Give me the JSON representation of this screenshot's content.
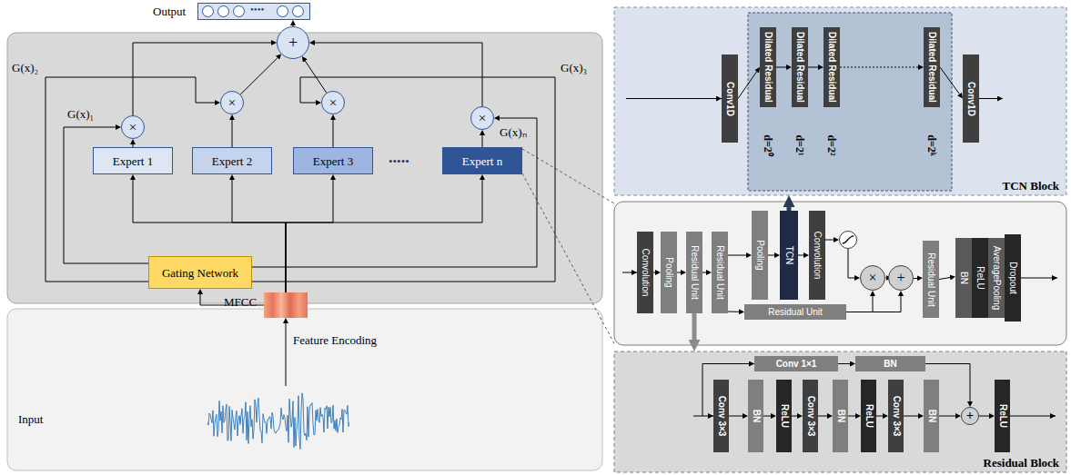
{
  "diagram": {
    "nodes": [
      {
        "text": [
          "Output"
        ]
      },
      {
        "text": [
          "+"
        ]
      },
      {
        "text": [
          "×"
        ]
      },
      {
        "text": [
          "×"
        ]
      },
      {
        "text": [
          "×"
        ]
      },
      {
        "text": [
          "×"
        ]
      },
      {
        "text": [
          "Expert 1"
        ]
      },
      {
        "text": [
          "Expert 2"
        ]
      },
      {
        "text": [
          "Expert 3"
        ]
      },
      {
        "text": [
          "Expert n"
        ]
      },
      {
        "text": [
          "Gating Network"
        ]
      },
      {
        "text": [
          "MFCC"
        ]
      },
      {
        "text": [
          "Input"
        ]
      },
      {
        "text": [
          "TCN Block"
        ]
      },
      {
        "text": [
          "Conv1D"
        ],
        "in": 13
      },
      {
        "text": [
          "Dilated Residual",
          "d=2⁰"
        ],
        "in": 13
      },
      {
        "text": [
          "Dilated Residual",
          "d=2¹"
        ],
        "in": 13
      },
      {
        "text": [
          "Dilated Residual",
          "d=2²"
        ],
        "in": 13
      },
      {
        "text": [
          "Dilated Residual",
          "d=2ᵏ"
        ],
        "in": 13
      },
      {
        "text": [
          "Conv1D"
        ],
        "in": 13
      },
      {
        "text": [
          "Convolution"
        ]
      },
      {
        "text": [
          "Pooling"
        ]
      },
      {
        "text": [
          "Residual Unit"
        ]
      },
      {
        "text": [
          "Residual Unit"
        ]
      },
      {
        "text": [
          "Pooling"
        ]
      },
      {
        "text": [
          "TCN"
        ]
      },
      {
        "text": [
          "Convolution"
        ]
      },
      {
        "text": []
      },
      {
        "text": [
          "×"
        ]
      },
      {
        "text": [
          "+"
        ]
      },
      {
        "text": [
          "Residual Unit"
        ]
      },
      {
        "text": [
          "Residual Unit"
        ]
      },
      {
        "text": [
          "BN"
        ]
      },
      {
        "text": [
          "ReLU"
        ]
      },
      {
        "text": [
          "AveragePooling"
        ]
      },
      {
        "text": [
          "Dropout"
        ]
      },
      {
        "text": [
          "Residual Block"
        ]
      },
      {
        "text": [
          "Conv 1×1"
        ],
        "in": 36
      },
      {
        "text": [
          "BN"
        ],
        "in": 36
      },
      {
        "text": [
          "Conv 3×3"
        ],
        "in": 36
      },
      {
        "text": [
          "BN"
        ],
        "in": 36
      },
      {
        "text": [
          "ReLU"
        ],
        "in": 36
      },
      {
        "text": [
          "Conv 3×3"
        ],
        "in": 36
      },
      {
        "text": [
          "BN"
        ],
        "in": 36
      },
      {
        "text": [
          "ReLU"
        ],
        "in": 36
      },
      {
        "text": [
          "Conv 3×3"
        ],
        "in": 36
      },
      {
        "text": [
          "BN"
        ],
        "in": 36
      },
      {
        "text": [
          "+"
        ],
        "in": 36
      },
      {
        "text": [
          "ReLU"
        ],
        "in": 36
      }
    ],
    "edges": [
      {
        "from": 12,
        "to": 11,
        "label": "Feature Encoding",
        "arrow": "to"
      },
      {
        "from": 11,
        "to": 10,
        "arrow": "to"
      },
      {
        "from": 11,
        "to": 6,
        "arrow": "to"
      },
      {
        "from": 11,
        "to": 7,
        "arrow": "to"
      },
      {
        "from": 11,
        "to": 8,
        "arrow": "to"
      },
      {
        "from": 11,
        "to": 9,
        "arrow": "to"
      },
      {
        "from": 6,
        "to": 2,
        "arrow": "to"
      },
      {
        "from": 7,
        "to": 3,
        "arrow": "to"
      },
      {
        "from": 8,
        "to": 4,
        "arrow": "to"
      },
      {
        "from": 9,
        "to": 5,
        "arrow": "to"
      },
      {
        "from": 2,
        "to": 1,
        "arrow": "to"
      },
      {
        "from": 3,
        "to": 1,
        "arrow": "to"
      },
      {
        "from": 4,
        "to": 1,
        "arrow": "to"
      },
      {
        "from": 5,
        "to": 1,
        "arrow": "to"
      },
      {
        "from": 1,
        "to": 0,
        "arrow": "to"
      },
      {
        "from": 10,
        "to": 2,
        "label": "G(x)₁",
        "arrow": "to"
      },
      {
        "from": 10,
        "to": 3,
        "label": "G(x)₂",
        "arrow": "to"
      },
      {
        "from": 10,
        "to": 4,
        "label": "G(x)₃",
        "arrow": "to"
      },
      {
        "from": 10,
        "to": 5,
        "label": "G(x)ₙ",
        "arrow": "to"
      },
      {
        "from": 20,
        "to": 21,
        "arrow": "to"
      },
      {
        "from": 21,
        "to": 22,
        "arrow": "to"
      },
      {
        "from": 22,
        "to": 23,
        "arrow": "to"
      },
      {
        "from": 23,
        "to": 24,
        "arrow": "to"
      },
      {
        "from": 23,
        "to": 30,
        "arrow": "to"
      },
      {
        "from": 24,
        "to": 25,
        "arrow": "to"
      },
      {
        "from": 25,
        "to": 26,
        "arrow": "to"
      },
      {
        "from": 26,
        "to": 27,
        "arrow": "to"
      },
      {
        "from": 27,
        "to": 28,
        "arrow": "to"
      },
      {
        "from": 30,
        "to": 28,
        "arrow": "to"
      },
      {
        "from": 30,
        "to": 29,
        "arrow": "to"
      },
      {
        "from": 28,
        "to": 29,
        "arrow": "to"
      },
      {
        "from": 29,
        "to": 31,
        "arrow": "to"
      },
      {
        "from": 31,
        "to": 32,
        "arrow": "to"
      },
      {
        "from": 25,
        "to": 13,
        "arrow": "to"
      },
      {
        "from": 22,
        "to": 36,
        "arrow": "to"
      },
      {
        "from": 14,
        "to": 15,
        "arrow": "to"
      },
      {
        "from": 15,
        "to": 16,
        "arrow": "to"
      },
      {
        "from": 16,
        "to": 17,
        "arrow": "to"
      },
      {
        "from": 17,
        "to": 18,
        "arrow": "to"
      },
      {
        "from": 18,
        "to": 19,
        "arrow": "to"
      },
      {
        "from": 39,
        "to": 40,
        "arrow": "to"
      },
      {
        "from": 40,
        "to": 41,
        "arrow": "to"
      },
      {
        "from": 41,
        "to": 42,
        "arrow": "to"
      },
      {
        "from": 42,
        "to": 43,
        "arrow": "to"
      },
      {
        "from": 43,
        "to": 44,
        "arrow": "to"
      },
      {
        "from": 44,
        "to": 45,
        "arrow": "to"
      },
      {
        "from": 45,
        "to": 46,
        "arrow": "to"
      },
      {
        "from": 46,
        "to": 47,
        "arrow": "to"
      },
      {
        "from": 47,
        "to": 48,
        "arrow": "to"
      },
      {
        "from": 37,
        "to": 38,
        "arrow": "to"
      },
      {
        "from": 38,
        "to": 47,
        "arrow": "to"
      }
    ],
    "labels": [
      "••••",
      "•••••"
    ]
  }
}
